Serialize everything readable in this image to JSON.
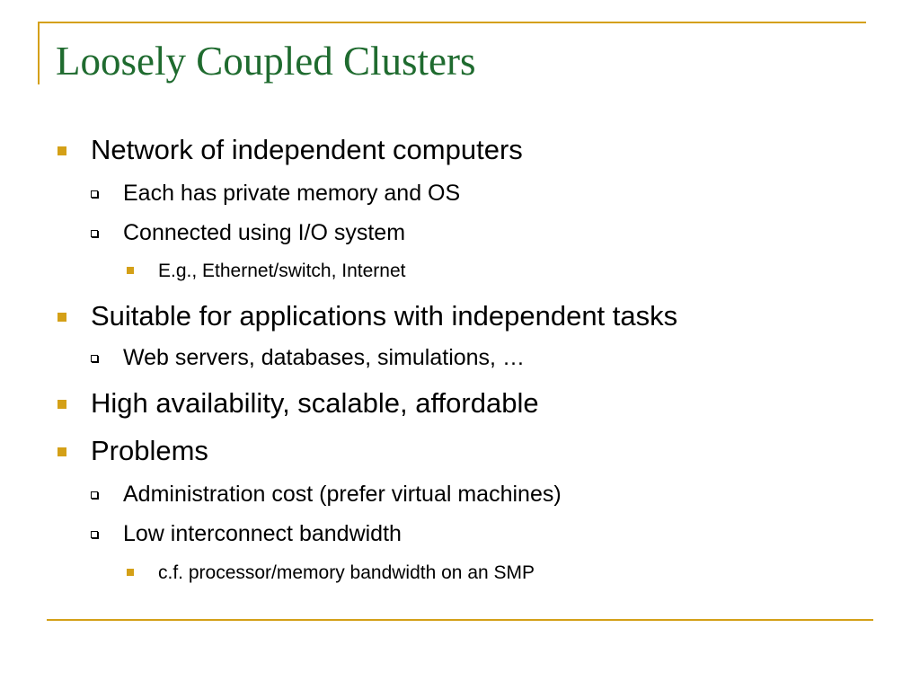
{
  "slide": {
    "title": "Loosely Coupled Clusters",
    "bullets": [
      {
        "level": 1,
        "text": "Network of independent computers"
      },
      {
        "level": 2,
        "text": "Each has private memory and OS"
      },
      {
        "level": 2,
        "text": "Connected using I/O system"
      },
      {
        "level": 3,
        "text": "E.g., Ethernet/switch, Internet"
      },
      {
        "level": 1,
        "text": "Suitable for applications with independent tasks"
      },
      {
        "level": 2,
        "text": "Web servers, databases, simulations, …"
      },
      {
        "level": 1,
        "text": "High availability, scalable, affordable"
      },
      {
        "level": 1,
        "text": "Problems"
      },
      {
        "level": 2,
        "text": "Administration cost (prefer virtual machines)"
      },
      {
        "level": 2,
        "text": "Low interconnect bandwidth"
      },
      {
        "level": 3,
        "text": "c.f. processor/memory bandwidth on an SMP"
      }
    ],
    "colors": {
      "title": "#1f6b2f",
      "accent": "#d4a017",
      "text": "#000000"
    }
  }
}
